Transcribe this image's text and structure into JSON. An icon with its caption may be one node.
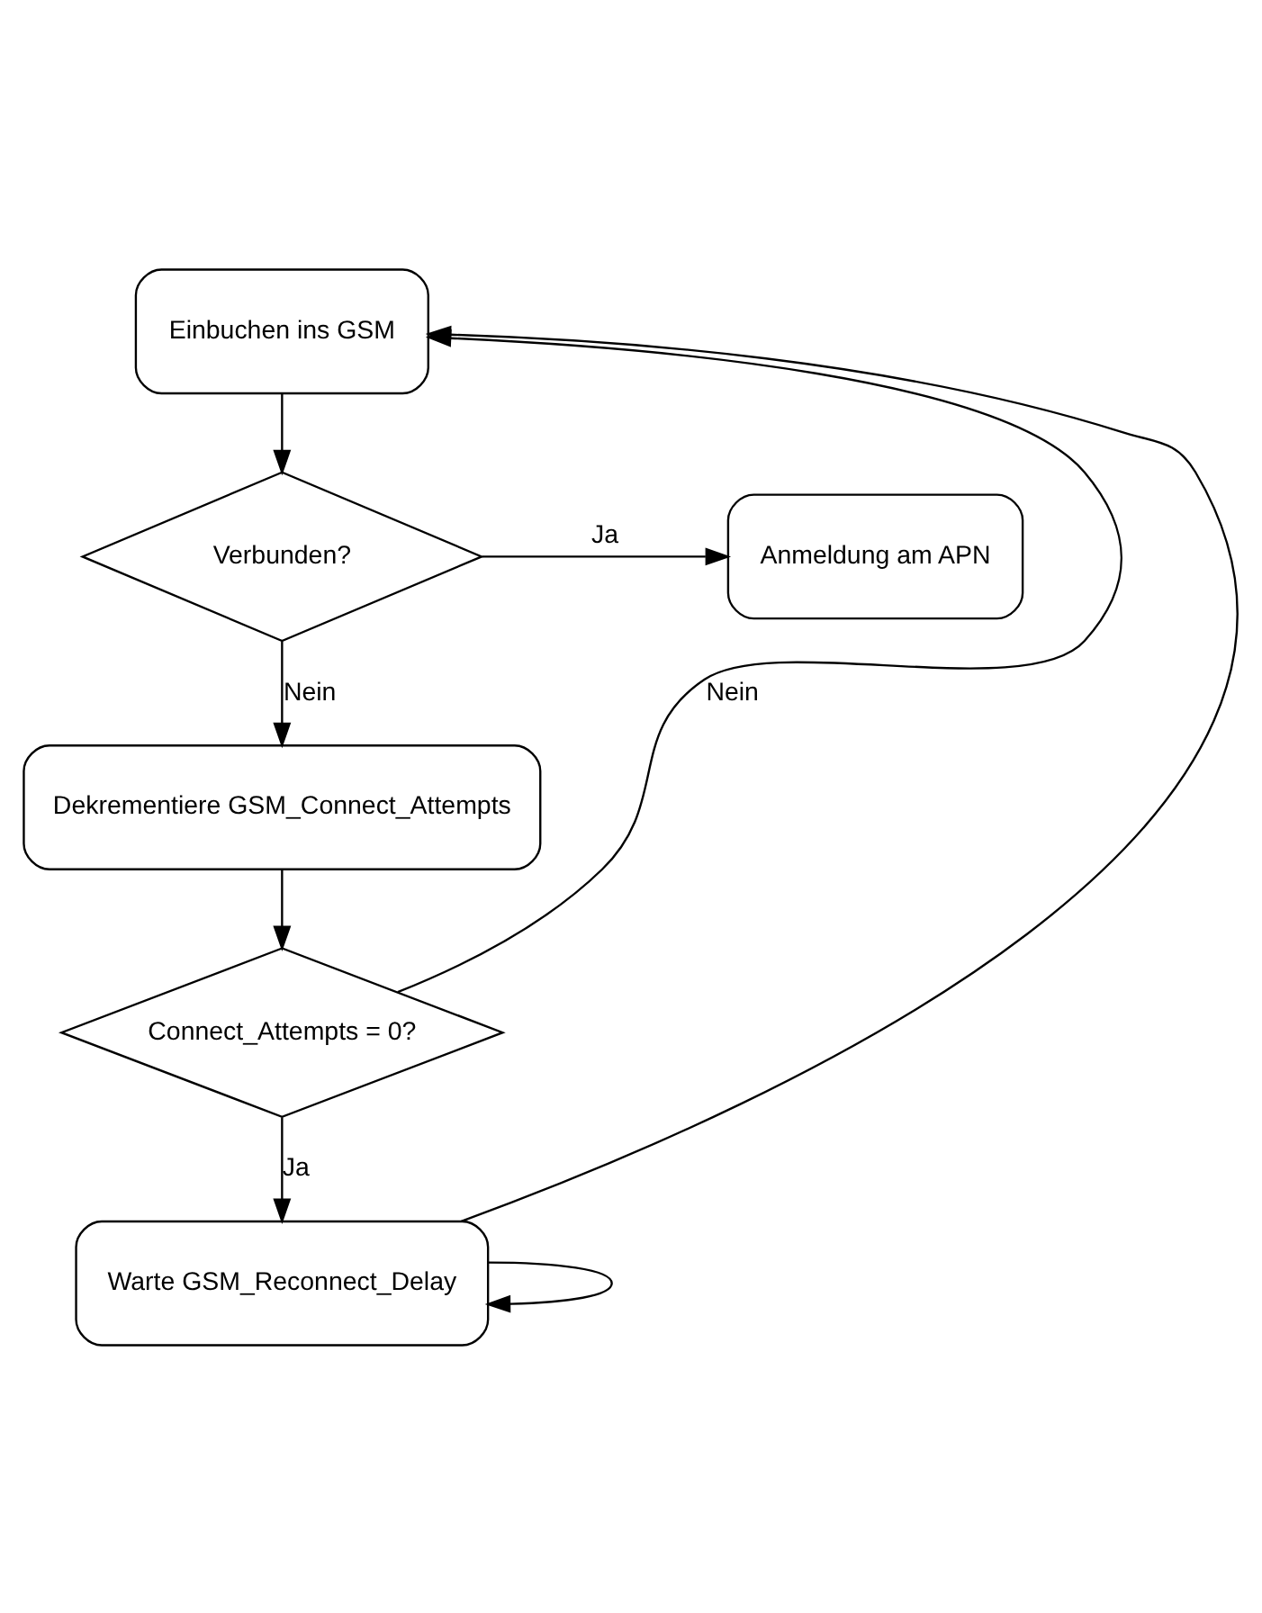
{
  "diagram": {
    "nodes": [
      {
        "text": [
          "Einbuchen ins GSM"
        ]
      },
      {
        "text": [
          "Verbunden?"
        ]
      },
      {
        "text": [
          "Anmeldung am APN"
        ]
      },
      {
        "text": [
          "Dekrementiere GSM_Connect_Attempts"
        ]
      },
      {
        "text": [
          "Connect_Attempts = 0?"
        ]
      },
      {
        "text": [
          "Warte GSM_Reconnect_Delay"
        ]
      }
    ],
    "edges": [
      {
        "from": 0,
        "to": 1,
        "arrow": "to"
      },
      {
        "from": 1,
        "to": 2,
        "arrow": "to",
        "label": "Ja"
      },
      {
        "from": 1,
        "to": 3,
        "arrow": "to",
        "label": "Nein"
      },
      {
        "from": 3,
        "to": 4,
        "arrow": "to"
      },
      {
        "from": 4,
        "to": 0,
        "arrow": "to",
        "label": "Nein"
      },
      {
        "from": 4,
        "to": 5,
        "arrow": "to",
        "label": "Ja"
      },
      {
        "from": 5,
        "to": 5,
        "arrow": "to"
      },
      {
        "from": 5,
        "to": 0,
        "arrow": "to"
      }
    ]
  }
}
